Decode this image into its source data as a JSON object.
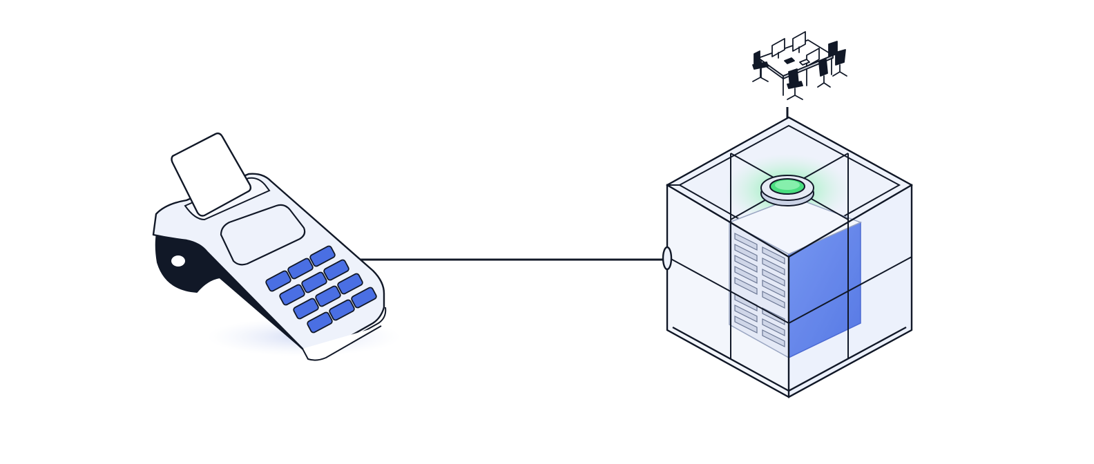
{
  "diagram": {
    "nodes": [
      {
        "id": "pos-terminal",
        "icon": "card-terminal-icon"
      },
      {
        "id": "server-enclosure",
        "icon": "server-cube-icon"
      },
      {
        "id": "office-workspace",
        "icon": "office-desk-icon"
      }
    ],
    "edges": [
      {
        "from": "pos-terminal",
        "to": "server-enclosure"
      },
      {
        "from": "server-enclosure",
        "to": "office-workspace"
      }
    ]
  },
  "colors": {
    "ink": "#111827",
    "keypad_blue": "#4a6fe3",
    "server_blue": "#5b7fe8",
    "glow_green": "#4ade80",
    "glass": "#eef2fb",
    "shadow": "#dfe5f6"
  }
}
